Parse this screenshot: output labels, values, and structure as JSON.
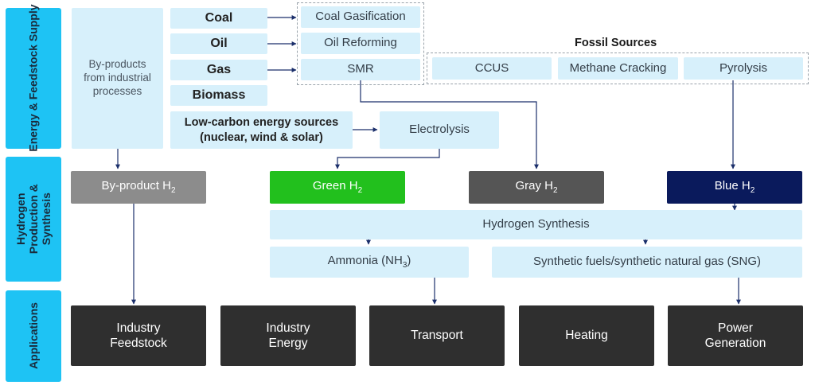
{
  "side_labels": {
    "supply": "Energy & Feedstock Supply",
    "production_line1": "Hydrogen",
    "production_line2": "Production &",
    "production_line3": "Synthesis",
    "applications": "Applications"
  },
  "supply": {
    "byproducts": "By-products from industrial processes",
    "coal": "Coal",
    "oil": "Oil",
    "gas": "Gas",
    "biomass": "Biomass",
    "low_carbon_line1": "Low-carbon energy sources",
    "low_carbon_line2": "(nuclear, wind & solar)",
    "coal_gasification": "Coal Gasification",
    "oil_reforming": "Oil Reforming",
    "smr": "SMR",
    "electrolysis": "Electrolysis",
    "fossil_title": "Fossil Sources",
    "ccus": "CCUS",
    "methane_cracking": "Methane Cracking",
    "pyrolysis": "Pyrolysis"
  },
  "production": {
    "byproduct_h2": "By-product H",
    "green_h2": "Green H",
    "gray_h2": "Gray H",
    "blue_h2": "Blue H",
    "h2_subscript": "2",
    "hydrogen_synthesis": "Hydrogen Synthesis",
    "ammonia": "Ammonia (NH",
    "ammonia_subscript": "3",
    "ammonia_close": ")",
    "synthetic_fuels": "Synthetic fuels/synthetic natural gas (SNG)"
  },
  "applications": {
    "industry_feedstock_line1": "Industry",
    "industry_feedstock_line2": "Feedstock",
    "industry_energy_line1": "Industry",
    "industry_energy_line2": "Energy",
    "transport": "Transport",
    "heating": "Heating",
    "power_line1": "Power",
    "power_line2": "Generation"
  },
  "colors": {
    "side_bar": "#1ec3f4",
    "light_box": "#d7f0fb",
    "byproduct_h2": "#8c8c8c",
    "green_h2": "#22c01d",
    "gray_h2": "#555555",
    "blue_h2": "#0a1a5c",
    "application": "#2f2f2f",
    "connector": "#1b2f6b"
  }
}
